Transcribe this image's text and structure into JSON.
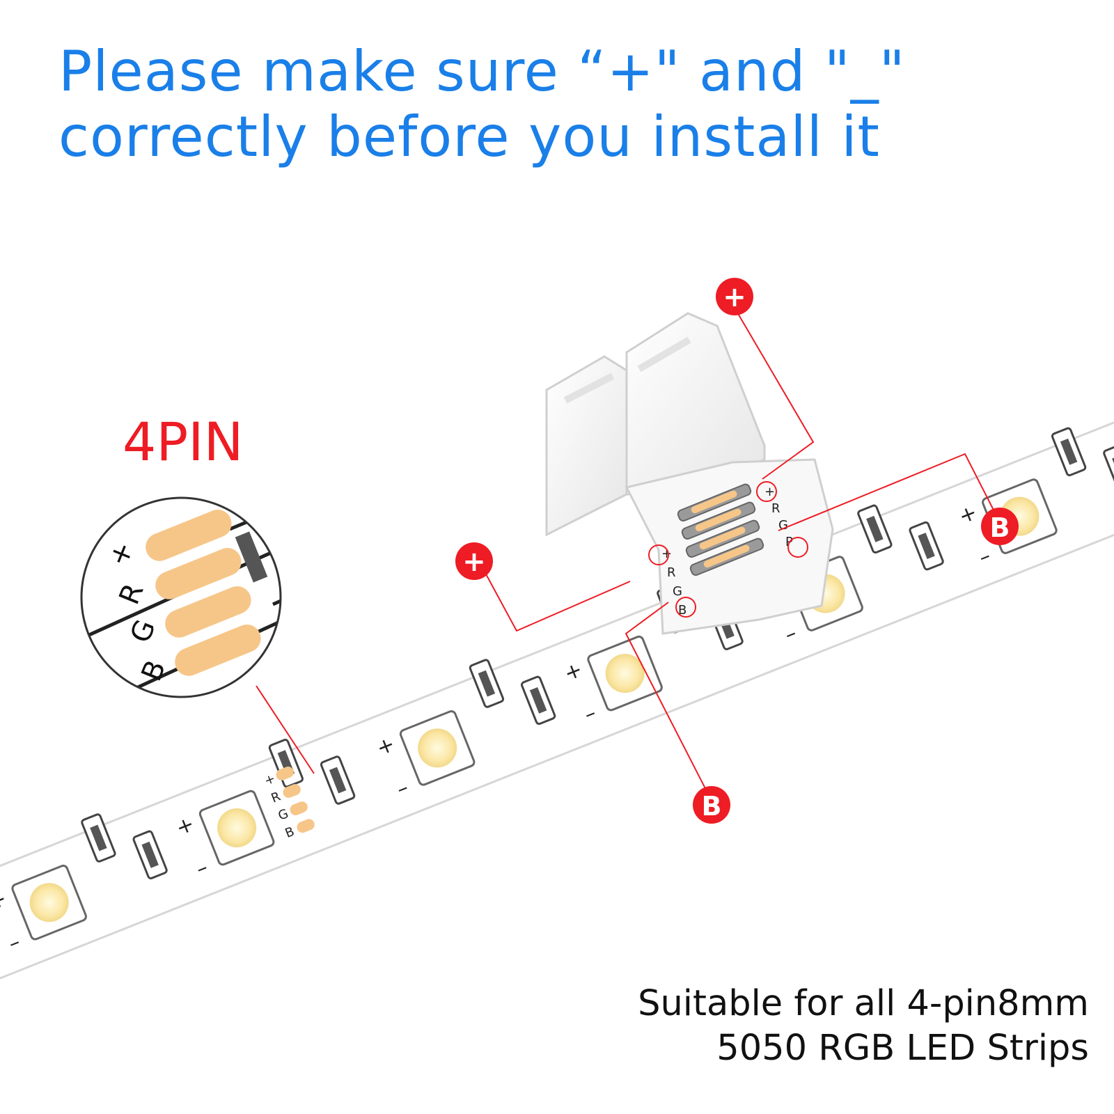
{
  "headline": {
    "line1": "Please make sure “+\" and \"_\"",
    "line2": "correctly before you install it"
  },
  "pin_type_label": "4PIN",
  "pin_labels": [
    "+",
    "R",
    "G",
    "B"
  ],
  "connector_pin_labels": {
    "left": [
      "+",
      "R",
      "G",
      "B"
    ],
    "right": [
      "+",
      "R",
      "G",
      "P"
    ]
  },
  "callouts": {
    "plus_marker": "+",
    "b_marker": "B"
  },
  "led_pad_labels": {
    "plus": "+",
    "minus": "–"
  },
  "footer": {
    "line1": "Suitable for all 4-pin8mm",
    "line2": "5050 RGB LED Strips"
  },
  "colors": {
    "headline": "#1a7fe8",
    "pin_title": "#ee1c24",
    "callout": "#ee1c24",
    "copper_pad": "#f6c689",
    "led_core": "#fbe7a6",
    "strip": "#ffffff",
    "strip_edge": "#d9d9d9"
  }
}
